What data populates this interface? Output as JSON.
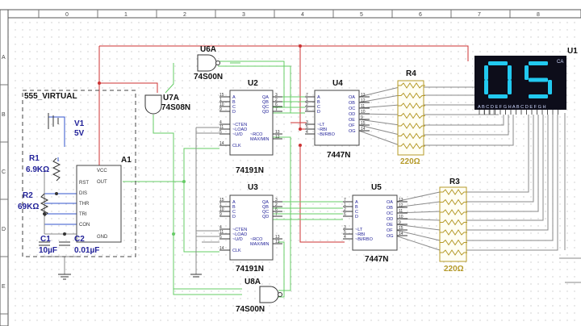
{
  "ruler": {
    "columns": [
      "0",
      "1",
      "2",
      "3",
      "4",
      "5",
      "6",
      "7",
      "8"
    ],
    "rows": [
      "A",
      "B",
      "C",
      "D",
      "E"
    ]
  },
  "components": {
    "u6a": {
      "ref": "U6A",
      "part": "74S00N"
    },
    "u7a": {
      "ref": "U7A",
      "part": "74S08N"
    },
    "u8a": {
      "ref": "U8A",
      "part": "74S00N"
    },
    "u2": {
      "ref": "U2",
      "part": "74191N"
    },
    "u3": {
      "ref": "U3",
      "part": "74191N"
    },
    "u4": {
      "ref": "U4",
      "part": "7447N"
    },
    "u5": {
      "ref": "U5",
      "part": "7447N"
    },
    "r4": {
      "ref": "R4",
      "value": "220Ω"
    },
    "r3": {
      "ref": "R3",
      "value": "220Ω"
    },
    "u1": {
      "ref": "U1",
      "digits": "05",
      "tag": "CA",
      "segment_labels": "A B C D E F G H A B C D E F G H"
    },
    "timer": {
      "name": "555_VIRTUAL",
      "ref": "A1",
      "pins_left": [
        "RST",
        "DIS",
        "THR",
        "TRI",
        "CON"
      ],
      "pins_right": [
        "VCC",
        "OUT",
        "GND"
      ]
    },
    "v1": {
      "ref": "V1",
      "value": "5V"
    },
    "r1": {
      "ref": "R1",
      "value": "6.9KΩ"
    },
    "r2": {
      "ref": "R2",
      "value": "69KΩ"
    },
    "c1": {
      "ref": "C1",
      "value": "10µF"
    },
    "c2": {
      "ref": "C2",
      "value": "0.01µF"
    }
  },
  "counter_pins": {
    "left": [
      "A",
      "B",
      "C",
      "D",
      "~CTEN",
      "~LOAD",
      "~U/D",
      "CLK"
    ],
    "left_nums": [
      "15",
      "1",
      "10",
      "9",
      "4",
      "11",
      "5",
      "14"
    ],
    "right": [
      "QA",
      "QB",
      "QC",
      "QD",
      "~RCO",
      "MAX/MIN"
    ],
    "right_nums": [
      "3",
      "2",
      "6",
      "7",
      "13",
      "12"
    ]
  },
  "decoder_pins": {
    "left": [
      "A",
      "B",
      "C",
      "D",
      "~LT",
      "~RBI",
      "~BI/RBO"
    ],
    "left_nums": [
      "7",
      "1",
      "2",
      "6",
      "3",
      "5",
      "4"
    ],
    "right": [
      "OA",
      "OB",
      "OC",
      "OD",
      "OE",
      "OF",
      "OG"
    ],
    "right_nums": [
      "13",
      "12",
      "11",
      "10",
      "9",
      "15",
      "14"
    ]
  },
  "colors": {
    "wire_main": "#66cc66",
    "wire_gray": "#8a8a8a",
    "wire_red": "#cc3333",
    "wire_blue": "#3355cc",
    "chip_text": "#222299",
    "resistor": "#b59a2a",
    "display_bg": "#0d0d1a",
    "segment_on": "#22c9f0",
    "grid_dot": "#c8c8c8"
  }
}
